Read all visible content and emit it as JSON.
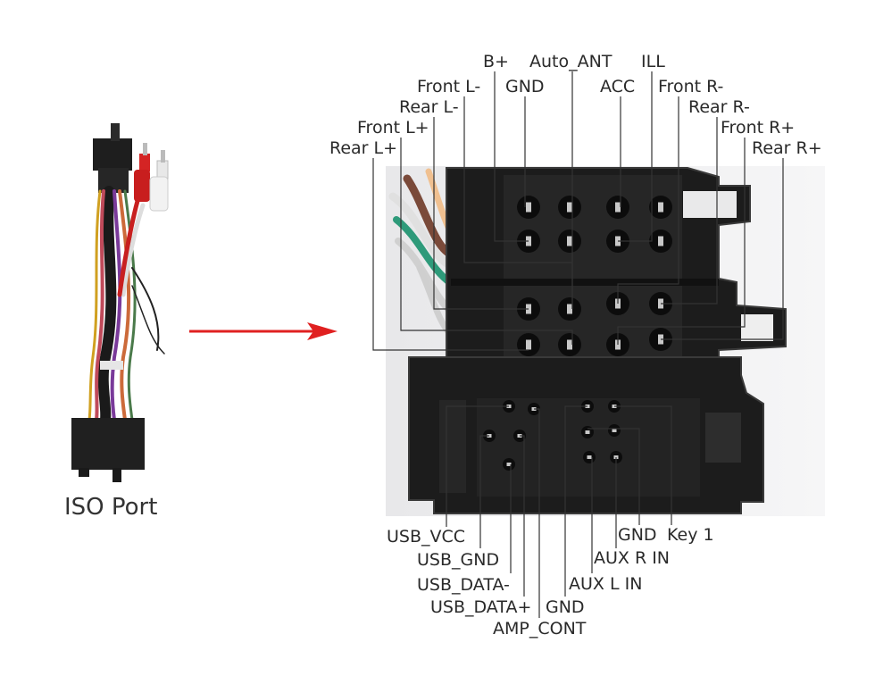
{
  "caption": "ISO Port",
  "colors": {
    "arrow": "#e02020",
    "leader": "#333333",
    "connector": "#1c1c1c",
    "connector_edge": "#3a3a3a",
    "pin": "#c8c8c8"
  },
  "top_labels": {
    "b_plus": "B+",
    "auto_ant": "Auto_ANT",
    "ill": "ILL",
    "front_l_minus": "Front L-",
    "gnd": "GND",
    "acc": "ACC",
    "front_r_minus": "Front R-",
    "rear_l_minus": "Rear L-",
    "rear_r_minus": "Rear R-",
    "front_l_plus": "Front L+",
    "front_r_plus": "Front R+",
    "rear_l_plus": "Rear L+",
    "rear_r_plus": "Rear R+"
  },
  "bottom_labels": {
    "usb_vcc": "USB_VCC",
    "gnd_key": "GND",
    "key1": "Key 1",
    "usb_gnd": "USB_GND",
    "aux_r_in": "AUX R IN",
    "usb_data_minus": "USB_DATA-",
    "aux_l_in": "AUX L IN",
    "usb_data_plus": "USB_DATA+",
    "gnd_amp": "GND",
    "amp_cont": "AMP_CONT"
  }
}
